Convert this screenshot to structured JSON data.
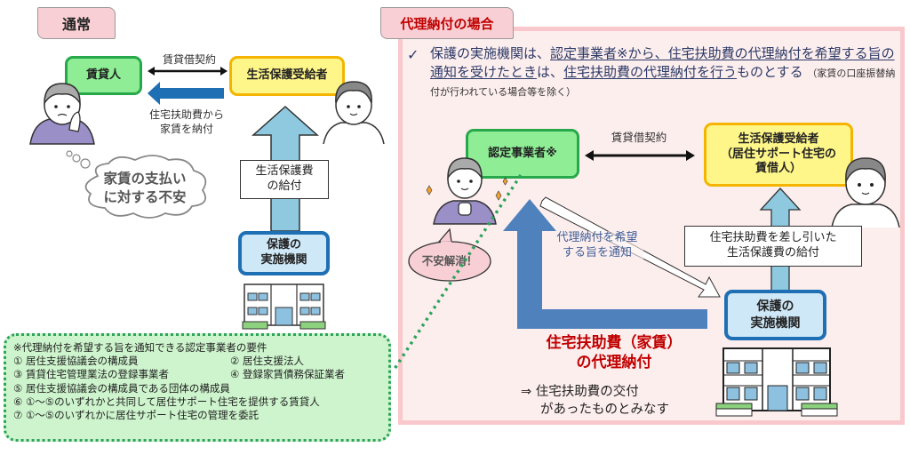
{
  "normal": {
    "banner": "通常",
    "landlord": "賃貸人",
    "recipient": "生活保護受給者",
    "lease_label": "賃貸借契約",
    "rent_payment": [
      "住宅扶助費から",
      "家賃を納付"
    ],
    "worry_bubble": [
      "家賃の支払い",
      "に対する不安"
    ],
    "welfare_payment": [
      "生活保護費",
      "の給付"
    ],
    "agency": [
      "保護の",
      "実施機関"
    ]
  },
  "proxy": {
    "banner": "代理納付の場合",
    "notice": {
      "check_icon": "check-mark",
      "part1": "保護の実施機関は、",
      "part2_underlined": "認定事業者※から、住宅扶助費の代理納付を希望する旨の通知を受けたとき",
      "part3": "は、",
      "part4_underlined": "住宅扶助費の代理納付を行う",
      "part5": "ものとする",
      "note": "（家賃の口座振替納付が行われている場合等を除く）"
    },
    "certified_business": "認定事業者※",
    "lease_label": "賃貸借契約",
    "recipient": [
      "生活保護受給者",
      "（居住サポート住宅の",
      "賃借人）"
    ],
    "relief_bubble": "不安解消！",
    "notify_label": [
      "代理納付を希望",
      "する旨を通知"
    ],
    "reduced_payment": [
      "住宅扶助費を差し引いた",
      "生活保護費の給付"
    ],
    "agency": [
      "保護の",
      "実施機関"
    ],
    "proxy_payment_title": [
      "住宅扶助費（家賃）",
      "の代理納付"
    ],
    "deemed": [
      "⇒ 住宅扶助費の交付",
      "があったものとみなす"
    ]
  },
  "requirements": {
    "title": "※代理納付を希望する旨を通知できる認定事業者の要件",
    "items": [
      [
        "① 居住支援協議会の構成員",
        "② 居住支援法人"
      ],
      [
        "③ 賃貸住宅管理業法の登録事業者",
        "④ 登録家賃債務保証業者"
      ],
      [
        "⑤ 居住支援協議会の構成員である団体の構成員"
      ],
      [
        "⑥ ①～⑤のいずれかと共同して居住サポート住宅を提供する賃貸人"
      ],
      [
        "⑦ ①～⑤のいずれかに居住サポート住宅の管理を委託"
      ]
    ]
  },
  "colors": {
    "green_fill": "#8eed95",
    "yellow_fill": "#fff68a",
    "blue_arrow": "#4f81bd",
    "light_blue_arrow": "#8ec9e0",
    "proxy_red": "#c00000",
    "panel_pink": "#fdeeee"
  }
}
